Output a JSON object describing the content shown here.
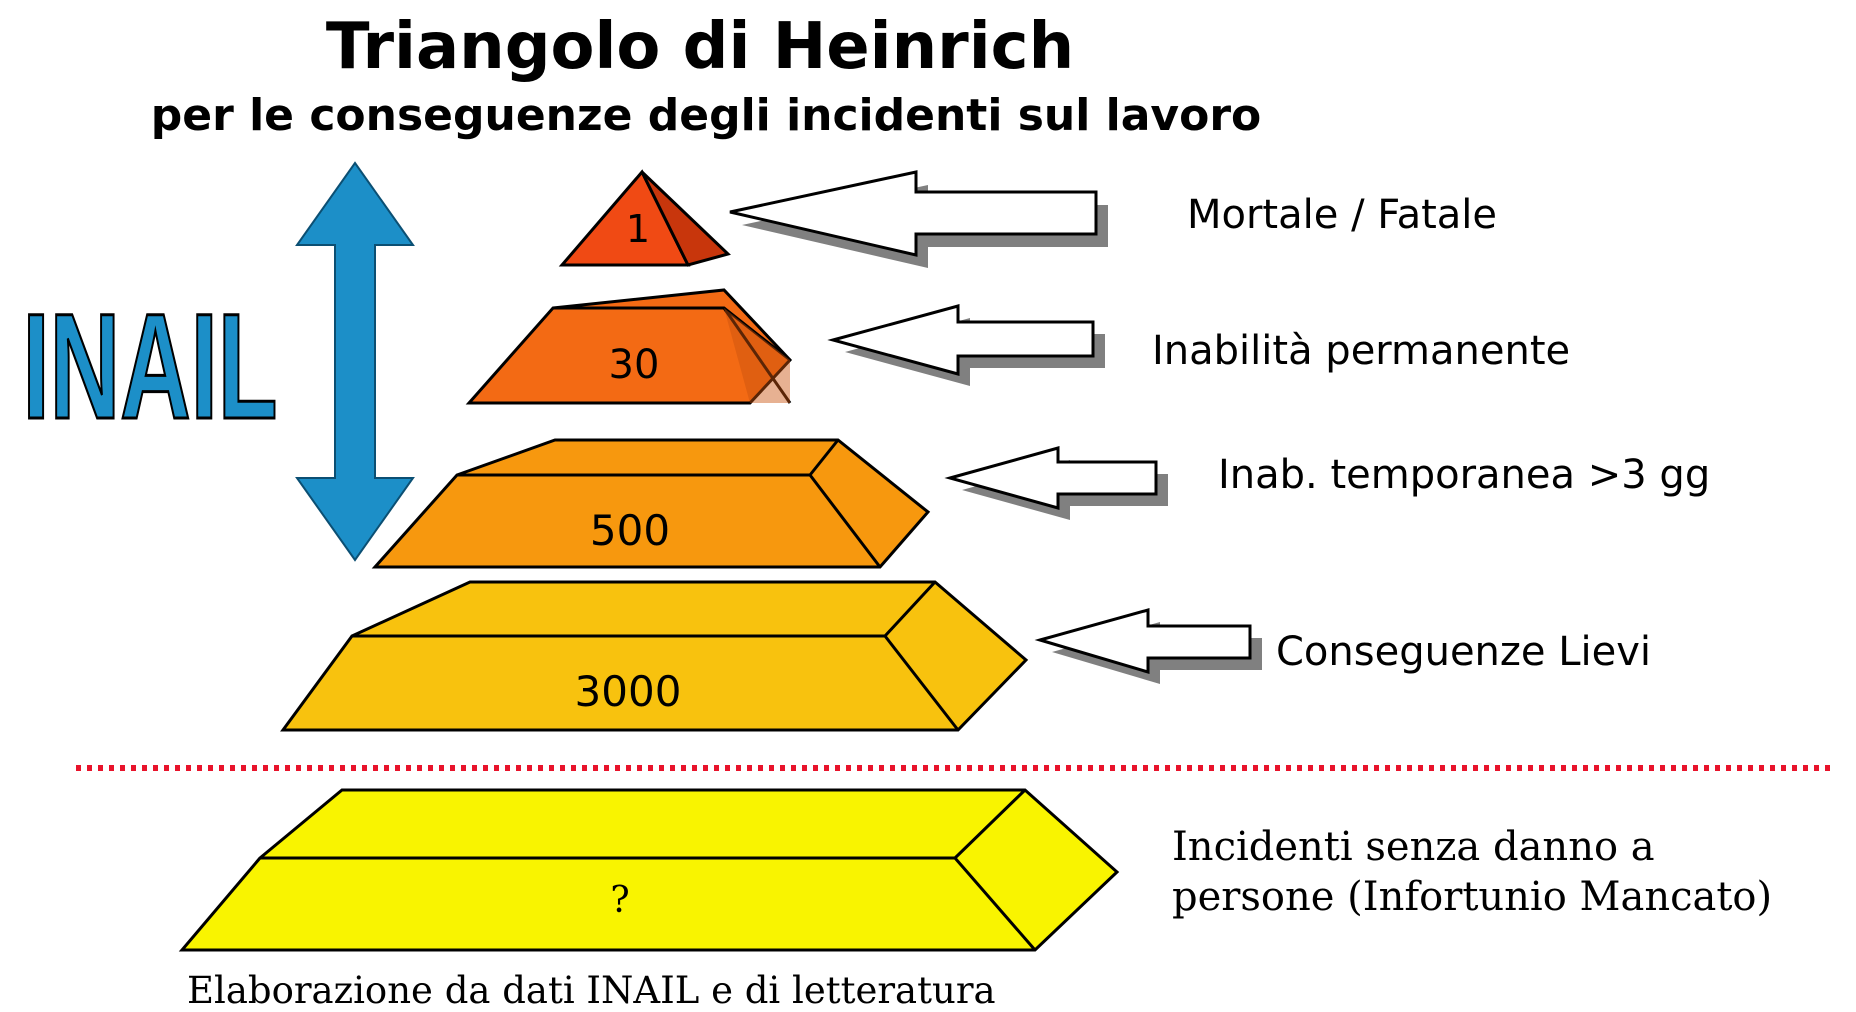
{
  "title": "Triangolo di Heinrich",
  "subtitle": "per le conseguenze degli incidenti sul lavoro",
  "side_label": "INAIL",
  "levels": [
    {
      "value": "1",
      "label": "Mortale / Fatale",
      "color": "#F04A14"
    },
    {
      "value": "30",
      "label": "Inabilità permanente",
      "color": "#F36A14"
    },
    {
      "value": "500",
      "label": "Inab. temporanea >3 gg",
      "color": "#F7980E"
    },
    {
      "value": "3000",
      "label": "Conseguenze Lievi",
      "color": "#F8C20E"
    }
  ],
  "base_level": {
    "value": "?",
    "label_line1": "Incidenti senza danno a",
    "label_line2": "persone (Infortunio Mancato)",
    "color": "#F9F400"
  },
  "caption": "Elaborazione da dati INAIL e di letteratura",
  "colors": {
    "double_arrow": "#1C8FC8",
    "inail_text": "#1C8FC8",
    "divider": "#E8132B",
    "outline": "#000000",
    "arrow_shadow": "#808080"
  }
}
